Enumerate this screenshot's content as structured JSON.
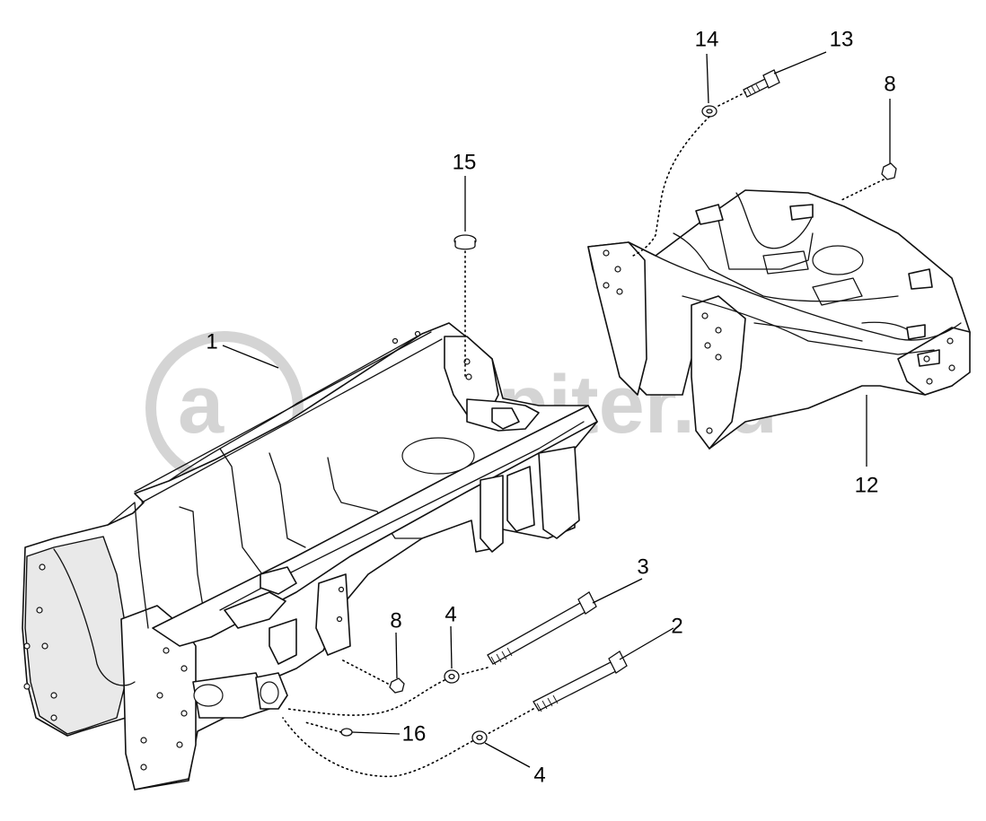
{
  "watermark": {
    "text": "autopiter.ru",
    "logo": "a"
  },
  "callouts": [
    {
      "id": "c1",
      "label": "1"
    },
    {
      "id": "c2",
      "label": "2"
    },
    {
      "id": "c3",
      "label": "3"
    },
    {
      "id": "c4a",
      "label": "4"
    },
    {
      "id": "c4b",
      "label": "4"
    },
    {
      "id": "c8a",
      "label": "8"
    },
    {
      "id": "c8b",
      "label": "8"
    },
    {
      "id": "c12",
      "label": "12"
    },
    {
      "id": "c13",
      "label": "13"
    },
    {
      "id": "c14",
      "label": "14"
    },
    {
      "id": "c15",
      "label": "15"
    },
    {
      "id": "c16",
      "label": "16"
    }
  ]
}
